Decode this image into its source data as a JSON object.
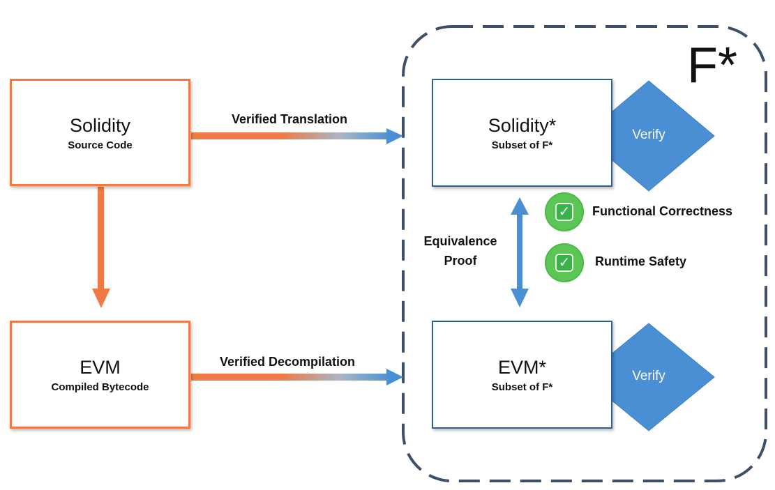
{
  "container_label": "F*",
  "solidity": {
    "title": "Solidity",
    "subtitle": "Source Code"
  },
  "evm": {
    "title": "EVM",
    "subtitle": "Compiled Bytecode"
  },
  "solidity_star": {
    "title": "Solidity*",
    "subtitle": "Subset of F*"
  },
  "evm_star": {
    "title": "EVM*",
    "subtitle": "Subset of F*"
  },
  "edges": {
    "translation": "Verified Translation",
    "decompilation": "Verified Decompilation"
  },
  "equivalence": {
    "line1": "Equivalence",
    "line2": "Proof"
  },
  "verify_top": "Verify",
  "verify_bottom": "Verify",
  "properties": [
    {
      "label": "Functional Correctness",
      "check": "✓"
    },
    {
      "label": "Runtime Safety",
      "check": "✓"
    }
  ],
  "colors": {
    "orange": "#f07a43",
    "blue": "#4a8fd4",
    "dark_blue": "#2f5f8f",
    "diamond": "#4a8fd4",
    "dashed_border": "#3d5068",
    "check_green": "#5cc655"
  }
}
